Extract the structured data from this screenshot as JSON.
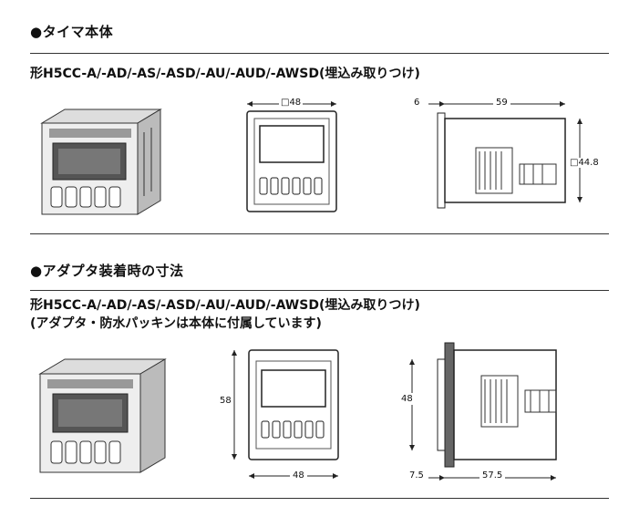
{
  "section1": {
    "heading": "●タイマ本体",
    "subheading": "形H5CC-A/-AD/-AS/-ASD/-AU/-AUD/-AWSD(埋込み取りつけ)",
    "front_width": "□48",
    "side_depth_front": "6",
    "side_depth": "59",
    "side_height": "□44.8"
  },
  "section2": {
    "heading": "●アダプタ装着時の寸法",
    "subheading1": "形H5CC-A/-AD/-AS/-ASD/-AU/-AUD/-AWSD(埋込み取りつけ)",
    "subheading2": "(アダプタ・防水パッキンは本体に付属しています)",
    "front_height": "58",
    "front_width": "48",
    "side_height": "48",
    "side_depth_front": "7.5",
    "side_depth": "57.5"
  }
}
